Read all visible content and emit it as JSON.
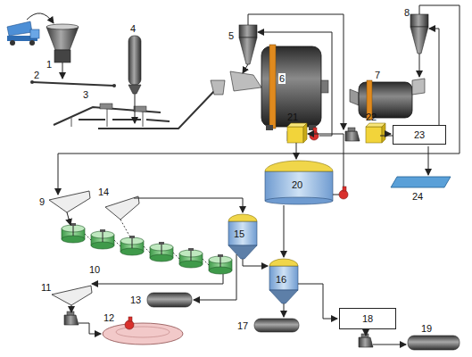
{
  "diagram": {
    "nodes": [
      {
        "text": [
          "23"
        ]
      },
      {
        "text": [
          "18"
        ]
      }
    ],
    "labels": [
      "1",
      "2",
      "3",
      "4",
      "5",
      "6",
      "7",
      "8",
      "9",
      "10",
      "11",
      "12",
      "13",
      "14",
      "15",
      "16",
      "17",
      "19",
      "20",
      "21",
      "22",
      "24"
    ]
  }
}
